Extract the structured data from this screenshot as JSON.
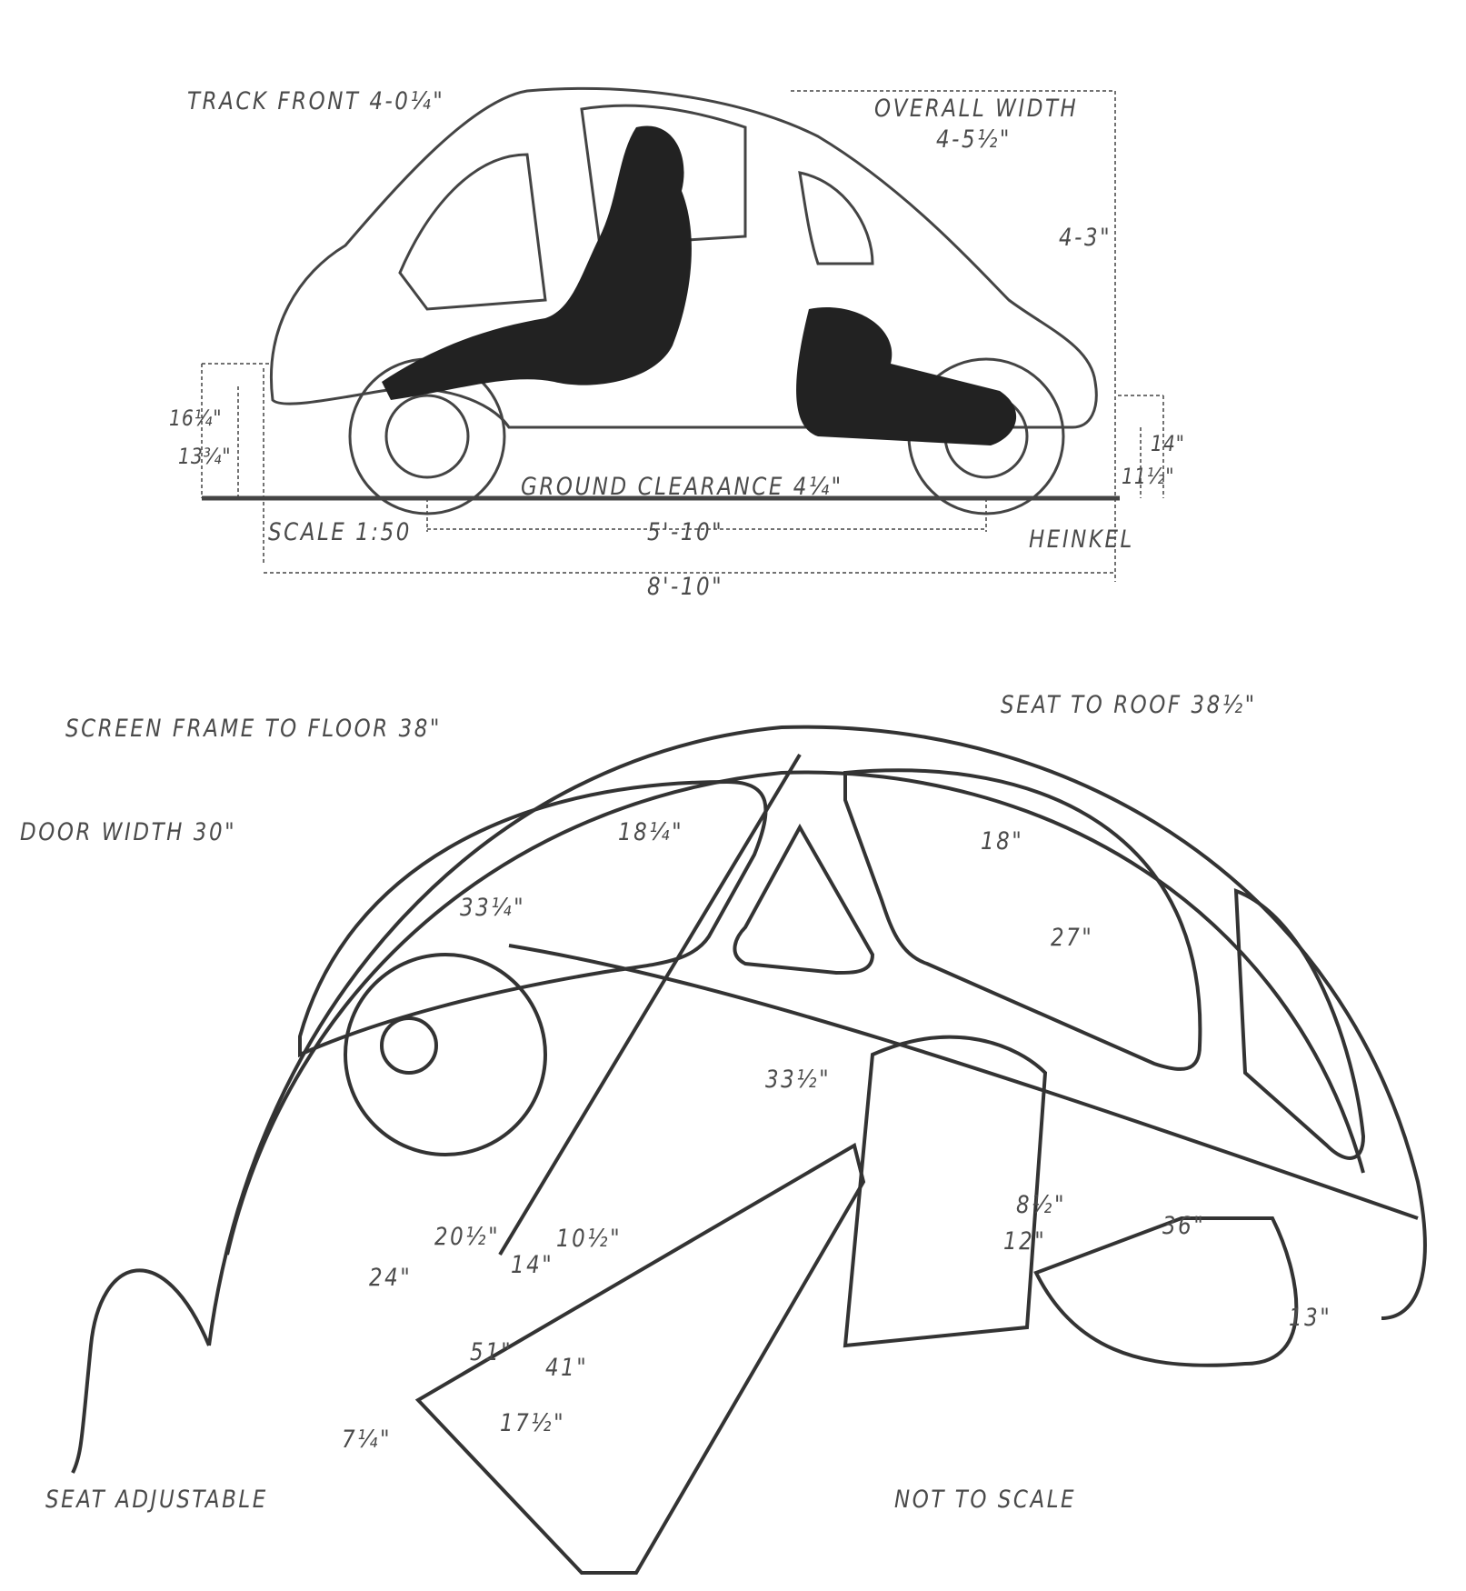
{
  "side_view": {
    "track_front": "TRACK FRONT 4-0¼\"",
    "overall_width_label": "OVERALL WIDTH",
    "overall_width_value": "4-5½\"",
    "height": "4-3\"",
    "front_bumper_height": "16¼\"",
    "front_lamp_height": "13¾\"",
    "rear_bumper_height": "14\"",
    "rear_lamp_height": "11½\"",
    "ground_clearance": "GROUND CLEARANCE 4¼\"",
    "scale": "SCALE 1:50",
    "wheelbase": "5'-10\"",
    "make": "HEINKEL",
    "overall_length": "8'-10\""
  },
  "interior_view": {
    "seat_to_roof": "SEAT TO ROOF 38½\"",
    "screen_frame_to_floor": "SCREEN FRAME TO FLOOR 38\"",
    "door_width": "DOOR WIDTH 30\"",
    "windscreen_height": "18¼\"",
    "side_window_height": "18\"",
    "windscreen_width": "33¼\"",
    "side_window_width": "27\"",
    "interior_width": "33½\"",
    "rear_seat_depth": "8½\"",
    "rear_seat_height": "12\"",
    "rear_width": "36\"",
    "rear_shelf": "13\"",
    "wheel_to_seat": "20½\"",
    "pedal_spacing": "10½\"",
    "pedal_to_seat": "24\"",
    "seat_width": "14\"",
    "seat_length": "51\"",
    "seat_back_height": "41\"",
    "cushion_depth": "17½\"",
    "seat_travel": "7¼\"",
    "seat_adjustable": "SEAT ADJUSTABLE",
    "not_to_scale": "NOT TO SCALE"
  },
  "colors": {
    "ink": "#3a3a3a",
    "paper": "#ffffff"
  }
}
